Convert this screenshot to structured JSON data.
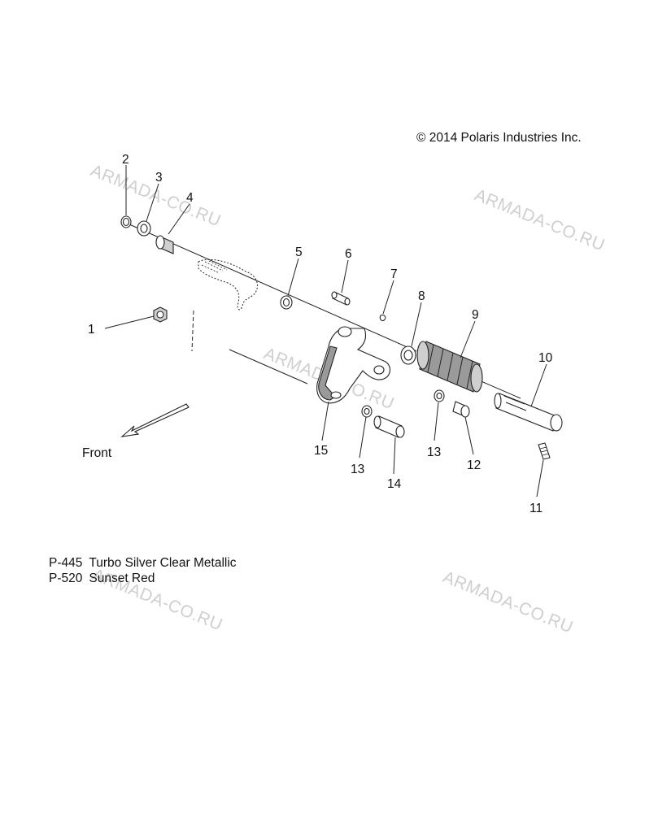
{
  "copyright": "© 2014 Polaris Industries Inc.",
  "watermarks": [
    "ARMADA-CO.RU",
    "ARMADA-CO.RU",
    "ARMADA-CO.RU",
    "ARMADA-CO.RU",
    "ARMADA-CO.RU"
  ],
  "direction_label": "Front",
  "callouts": [
    "1",
    "2",
    "3",
    "4",
    "5",
    "6",
    "7",
    "8",
    "9",
    "10",
    "11",
    "12",
    "13",
    "13",
    "14",
    "15"
  ],
  "paint_notes": [
    {
      "code": "P-445",
      "name": "Turbo Silver Clear Metallic"
    },
    {
      "code": "P-520",
      "name": "Sunset Red"
    }
  ]
}
